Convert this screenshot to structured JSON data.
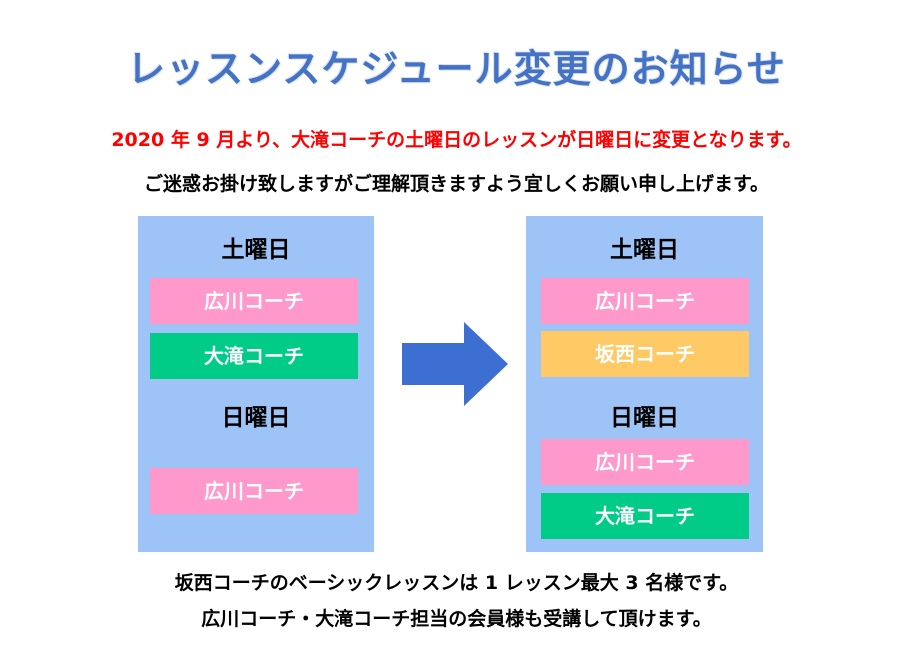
{
  "title": "レッスンスケジュール変更のお知らせ",
  "notice": {
    "line1": "2020 年 9 月より、大滝コーチの土曜日のレッスンが日曜日に変更となります。",
    "line2": "ご迷惑お掛け致しますがご理解頂きますよう宜しくお願い申し上げます。"
  },
  "colors": {
    "title": "#4472c4",
    "highlight": "#ff0000",
    "panel": "#9dc3f7",
    "coach_hirokawa": "#ff99cc",
    "coach_otaki": "#00cc88",
    "coach_sakanishi": "#ffc966",
    "arrow": "#3c6fd1"
  },
  "arrow_icon": "right-arrow-icon",
  "before": {
    "saturday": {
      "label": "土曜日",
      "coaches": [
        "広川コーチ",
        "大滝コーチ"
      ]
    },
    "sunday": {
      "label": "日曜日",
      "coaches": [
        "広川コーチ"
      ]
    }
  },
  "after": {
    "saturday": {
      "label": "土曜日",
      "coaches": [
        "広川コーチ",
        "坂西コーチ"
      ]
    },
    "sunday": {
      "label": "日曜日",
      "coaches": [
        "広川コーチ",
        "大滝コーチ"
      ]
    }
  },
  "footer": {
    "line1": "坂西コーチのベーシックレッスンは 1 レッスン最大 3 名様です。",
    "line2": "広川コーチ・大滝コーチ担当の会員様も受講して頂けます。"
  }
}
